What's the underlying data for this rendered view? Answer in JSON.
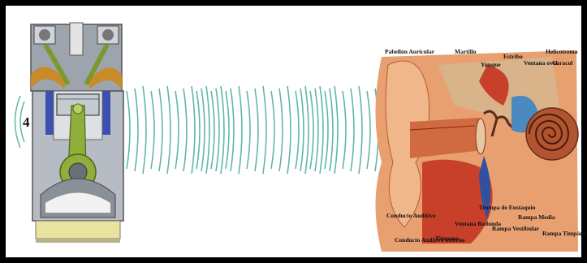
{
  "engine": {
    "cylinder_number": "4"
  },
  "ear_labels": {
    "pabellon": "Pabellón Auricular",
    "martillo": "Martillo",
    "yunque": "Yunque",
    "estribo": "Estribo",
    "ventana_oval": "Ventana oval",
    "helicotrema": "Helicotrema",
    "caracol": "Caracol",
    "conducto_auditivo": "Conducto Auditivo",
    "conducto_externo": "Conducto Auditivo externo",
    "timpano": "Timpano",
    "ventana_redonda": "Ventana Redonda",
    "trompa": "Trompa de Eustaquio",
    "rampa_vestibular": "Rampa Vestibular",
    "rampa_media": "Rampa Media",
    "rampa_timpanica": "Rampa Timpánica"
  },
  "colors": {
    "waves": "#5fb8a8",
    "engine_piston": "#8fae3c",
    "engine_body": "#8a8f98",
    "engine_blue": "#3d4fb0",
    "engine_yellow": "#e9e3a0",
    "ear_skin": "#e8a070",
    "ear_red": "#c8402a",
    "cochlea": "#9a3a2a",
    "canal_blue": "#3050a0"
  }
}
